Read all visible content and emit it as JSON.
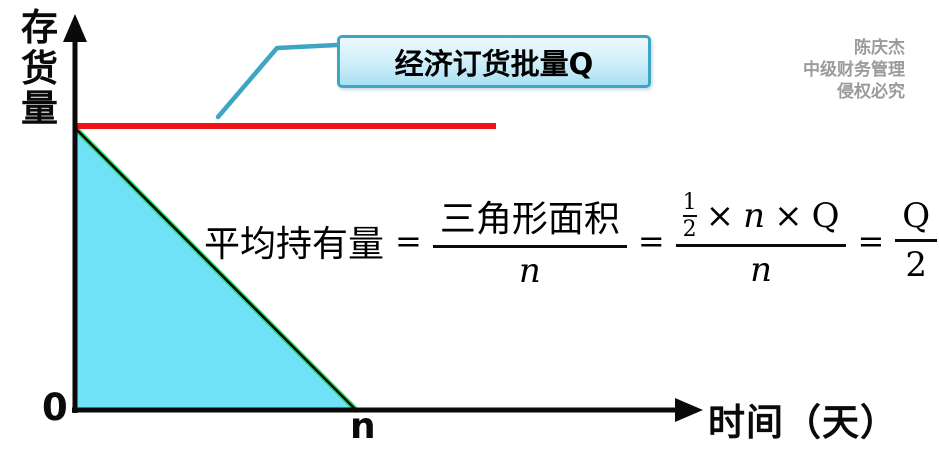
{
  "diagram": {
    "y_axis_label": "存货量",
    "x_axis_label": "时间（天）",
    "origin_label": "0",
    "cycle_end_label": "n",
    "callout_label": "经济订货批量Q",
    "colors": {
      "triangle_fill": "#70E2F8",
      "hypotenuse_green": "#2EDC6E",
      "order_level_line_red": "#EE1414",
      "callout_teal": "#3FA5C4",
      "axis_black": "#0A0A0A",
      "watermark_gray": "#9B9B9B"
    },
    "description": "EOQ inventory model: stock starts at quantity Q and declines linearly to 0 over n days"
  },
  "formula": {
    "lhs": "平均持有量",
    "eq1": "=",
    "frac_area": {
      "numerator": "三角形面积",
      "denominator": "n"
    },
    "eq2": "=",
    "frac_expanded": {
      "half_numerator": "1",
      "half_denominator": "2",
      "times1": "×",
      "n_var": "n",
      "times2": "×",
      "q_var": "Q",
      "denominator": "n"
    },
    "eq3": "=",
    "frac_result": {
      "numerator": "Q",
      "denominator": "2"
    }
  },
  "watermark": {
    "lines": [
      "陈庆杰",
      "中级财务管理",
      "侵权必究"
    ]
  }
}
